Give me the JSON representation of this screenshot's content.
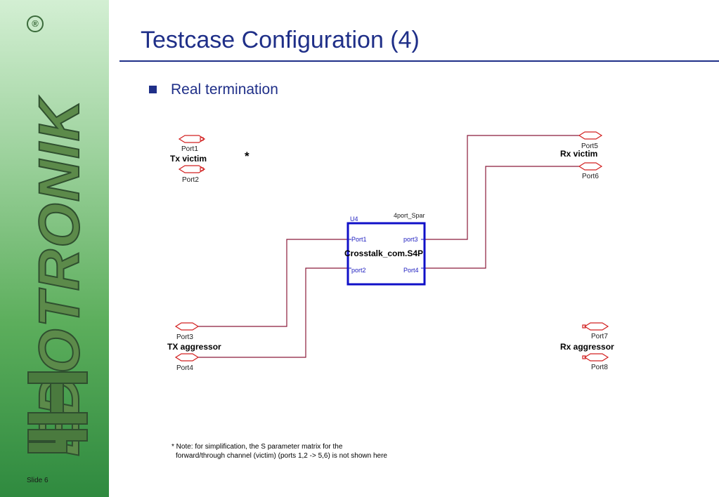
{
  "slide": {
    "title": "Testcase Configuration (4)",
    "bullet": "Real termination",
    "slide_number": "Slide 6",
    "logo_mark": "®"
  },
  "diagram": {
    "tx_victim": {
      "label": "Tx victim",
      "ports": [
        "Port1",
        "Port2"
      ]
    },
    "rx_victim": {
      "label": "Rx victim",
      "ports": [
        "Port5",
        "Port6"
      ]
    },
    "tx_aggressor": {
      "label": "TX aggressor",
      "ports": [
        "Port3",
        "Port4"
      ]
    },
    "rx_aggressor": {
      "label": "Rx aggressor",
      "ports": [
        "Port7",
        "Port8"
      ]
    },
    "asterisk": "*",
    "component": {
      "ref": "U4",
      "type": "4port_Spar",
      "name": "Crosstalk_com.S4P",
      "pins": [
        "Port1",
        "port3",
        "port2",
        "Port4"
      ]
    },
    "note_lines": [
      "* Note: for simplification, the S parameter matrix for the",
      "forward/through channel (victim) (ports 1,2 -> 5,6) is not shown here"
    ]
  },
  "colors": {
    "title": "#1f2f88",
    "wire": "#8b1a3a",
    "port_symbol": "#d22020",
    "component_box": "#1010c8",
    "sidebar_top": "#d3efd3",
    "sidebar_bottom": "#2f8a3f",
    "logo": "#3b6b3b"
  }
}
